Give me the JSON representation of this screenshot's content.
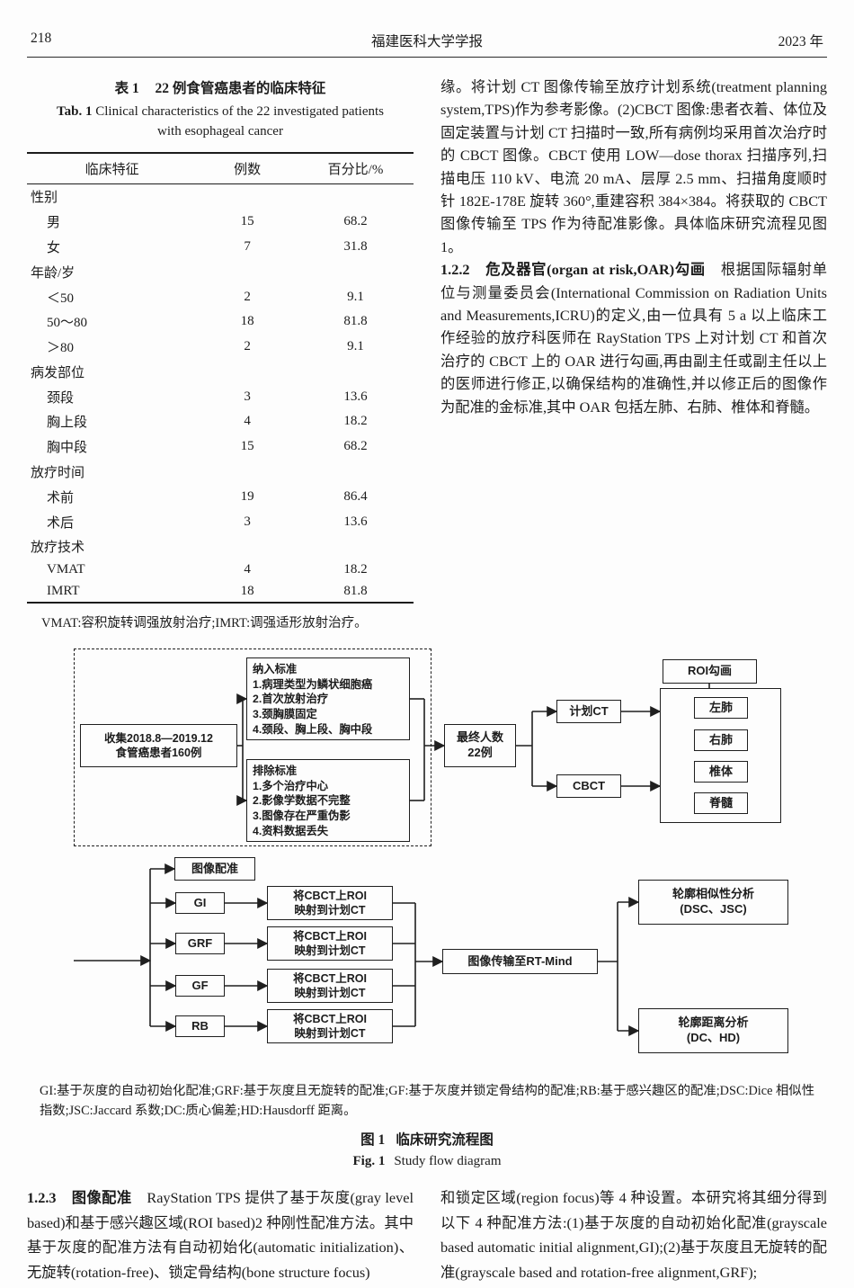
{
  "header": {
    "page_number": "218",
    "journal": "福建医科大学学报",
    "year": "2023 年"
  },
  "table": {
    "zh_label": "表 1",
    "zh_title": "22 例食管癌患者的临床特征",
    "en_label": "Tab. 1",
    "en_title": "Clinical characteristics of the 22 investigated patients with esophageal cancer",
    "columns": [
      "临床特征",
      "例数",
      "百分比/%"
    ],
    "rows": [
      {
        "type": "group",
        "label": "性别",
        "n": "",
        "pct": ""
      },
      {
        "type": "item",
        "label": "男",
        "n": "15",
        "pct": "68.2"
      },
      {
        "type": "item",
        "label": "女",
        "n": "7",
        "pct": "31.8"
      },
      {
        "type": "group",
        "label": "年龄/岁",
        "n": "",
        "pct": ""
      },
      {
        "type": "item",
        "label": "＜50",
        "n": "2",
        "pct": "9.1"
      },
      {
        "type": "item",
        "label": "50～80",
        "n": "18",
        "pct": "81.8"
      },
      {
        "type": "item",
        "label": "＞80",
        "n": "2",
        "pct": "9.1"
      },
      {
        "type": "group",
        "label": "病发部位",
        "n": "",
        "pct": ""
      },
      {
        "type": "item",
        "label": "颈段",
        "n": "3",
        "pct": "13.6"
      },
      {
        "type": "item",
        "label": "胸上段",
        "n": "4",
        "pct": "18.2"
      },
      {
        "type": "item",
        "label": "胸中段",
        "n": "15",
        "pct": "68.2"
      },
      {
        "type": "group",
        "label": "放疗时间",
        "n": "",
        "pct": ""
      },
      {
        "type": "item",
        "label": "术前",
        "n": "19",
        "pct": "86.4"
      },
      {
        "type": "item",
        "label": "术后",
        "n": "3",
        "pct": "13.6"
      },
      {
        "type": "group",
        "label": "放疗技术",
        "n": "",
        "pct": ""
      },
      {
        "type": "item",
        "label": "VMAT",
        "n": "4",
        "pct": "18.2"
      },
      {
        "type": "item",
        "label": "IMRT",
        "n": "18",
        "pct": "81.8"
      }
    ],
    "footnote": "VMAT:容积旋转调强放射治疗;IMRT:调强适形放射治疗。"
  },
  "col_right": {
    "p1": "缘。将计划 CT 图像传输至放疗计划系统(treatment planning system,TPS)作为参考影像。(2)CBCT 图像:患者衣着、体位及固定装置与计划 CT 扫描时一致,所有病例均采用首次治疗时的 CBCT 图像。CBCT 使用 LOW—dose thorax 扫描序列,扫描电压 110 kV、电流 20 mA、层厚 2.5 mm、扫描角度顺时针 182E-178E 旋转 360°,重建容积 384×384。将获取的 CBCT 图像传输至 TPS 作为待配准影像。具体临床研究流程见图 1。",
    "sec122_heading": "1.2.2　危及器官(organ at risk,OAR)勾画　",
    "sec122_body": "根据国际辐射单位与测量委员会(International Commission on Radiation Units and Measurements,ICRU)的定义,由一位具有 5 a 以上临床工作经验的放疗科医师在 RayStation TPS 上对计划 CT 和首次治疗的 CBCT 上的 OAR 进行勾画,再由副主任或副主任以上的医师进行修正,以确保结构的准确性,并以修正后的图像作为配准的金标准,其中 OAR 包括左肺、右肺、椎体和脊髓。"
  },
  "diagram": {
    "collect": "收集2018.8—2019.12\n食管癌患者160例",
    "include": "纳入标准\n1.病理类型为鳞状细胞癌\n2.首次放射治疗\n3.颈胸膜固定\n4.颈段、胸上段、胸中段",
    "exclude": "排除标准\n1.多个治疗中心\n2.影像学数据不完整\n3.图像存在严重伪影\n4.资料数据丢失",
    "final_count": "最终人数\n22例",
    "plan_ct": "计划CT",
    "cbct": "CBCT",
    "roi_title": "ROI勾画",
    "organs": [
      "左肺",
      "右肺",
      "椎体",
      "脊髓"
    ],
    "registration": "图像配准",
    "methods": [
      "GI",
      "GRF",
      "GF",
      "RB"
    ],
    "map_label": "将CBCT上ROI\n映射到计划CT",
    "transfer": "图像传输至RT-Mind",
    "similarity": "轮廓相似性分析\n(DSC、JSC)",
    "distance": "轮廓距离分析\n(DC、HD)"
  },
  "figure": {
    "legend": "GI:基于灰度的自动初始化配准;GRF:基于灰度且无旋转的配准;GF:基于灰度并锁定骨结构的配准;RB:基于感兴趣区的配准;DSC:Dice 相似性指数;JSC:Jaccard 系数;DC:质心偏差;HD:Hausdorff 距离。",
    "zh_label": "图 1",
    "zh_text": "临床研究流程图",
    "en_label": "Fig. 1",
    "en_text": "Study flow diagram"
  },
  "bottom": {
    "sec123_heading": "1.2.3　图像配准　",
    "sec123_body": "RayStation TPS 提供了基于灰度(gray level based)和基于感兴趣区域(ROI based)2 种刚性配准方法。其中基于灰度的配准方法有自动初始化(automatic initialization)、无旋转(rotation-free)、锁定骨结构(bone structure focus)",
    "right_body": "和锁定区域(region focus)等 4 种设置。本研究将其细分得到以下 4 种配准方法:(1)基于灰度的自动初始化配准(grayscale based automatic initial alignment,GI);(2)基于灰度且无旋转的配准(grayscale based and rotation-free alignment,GRF);"
  }
}
